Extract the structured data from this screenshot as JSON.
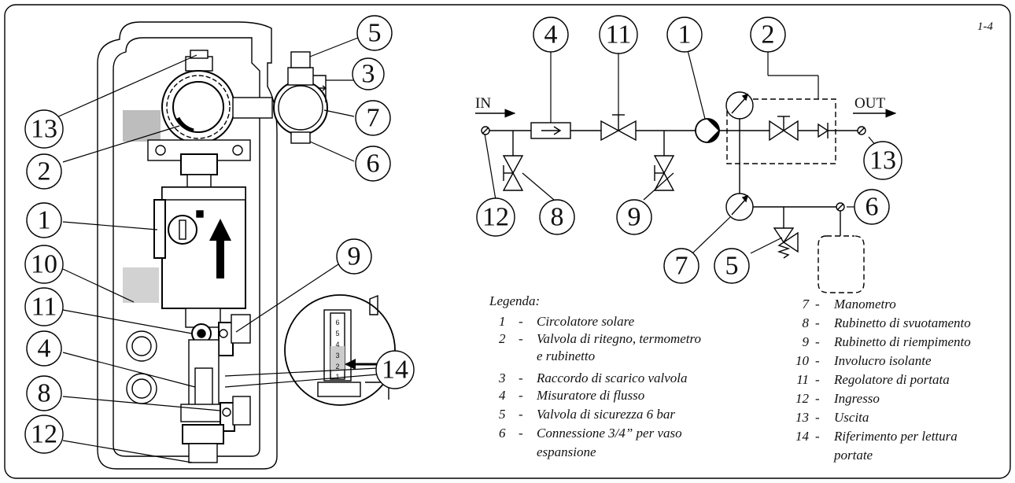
{
  "figure_tag": "1-4",
  "photo_callouts": [
    "5",
    "3",
    "13",
    "7",
    "2",
    "6",
    "1",
    "10",
    "9",
    "11",
    "4",
    "14",
    "8",
    "12"
  ],
  "schematic_callouts": [
    "4",
    "11",
    "1",
    "2",
    "13",
    "12",
    "8",
    "9",
    "6",
    "7",
    "5"
  ],
  "schematic_labels": {
    "in": "IN",
    "out": "OUT"
  },
  "flowmeter_scale": [
    "6",
    "5",
    "4",
    "3",
    "2",
    "1"
  ],
  "legend": {
    "title": "Legenda:",
    "left": [
      {
        "num": "1",
        "text": "Circolatore solare"
      },
      {
        "num": "2",
        "text": "Valvola di ritegno, termometro",
        "cont": "e rubinetto"
      },
      {
        "num": "3",
        "text": "Raccordo di scarico valvola"
      },
      {
        "num": "4",
        "text": "Misuratore di flusso"
      },
      {
        "num": "5",
        "text": "Valvola di sicurezza 6 bar"
      },
      {
        "num": "6",
        "text": "Connessione 3/4” per vaso",
        "cont": "espansione"
      }
    ],
    "right": [
      {
        "num": "7",
        "text": "Manometro"
      },
      {
        "num": "8",
        "text": "Rubinetto di svuotamento"
      },
      {
        "num": "9",
        "text": "Rubinetto di riempimento"
      },
      {
        "num": "10",
        "text": "Involucro isolante"
      },
      {
        "num": "11",
        "text": "Regolatore di portata"
      },
      {
        "num": "12",
        "text": "Ingresso"
      },
      {
        "num": "13",
        "text": "Uscita"
      },
      {
        "num": "14",
        "text": "Riferimento per lettura",
        "cont": "portate"
      }
    ]
  }
}
